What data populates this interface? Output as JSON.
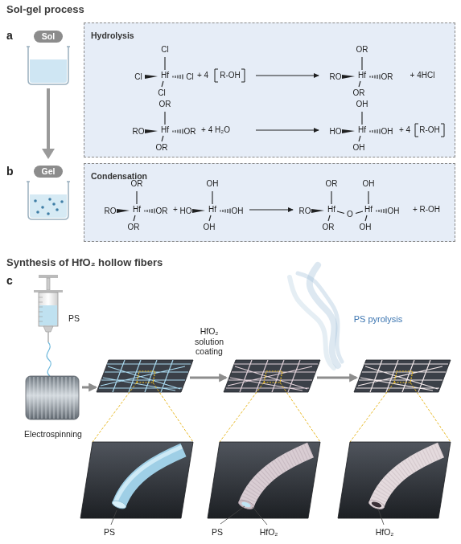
{
  "diagram": {
    "title": "Sol-gel process",
    "nodes": [
      {
        "text": [
          "Sol"
        ]
      },
      {
        "text": [
          "Hydrolysis"
        ]
      },
      {
        "text": [
          "Gel"
        ]
      },
      {
        "text": [
          "Condensation"
        ]
      }
    ],
    "labels": [
      "a",
      "Cl",
      "Cl",
      "Hf",
      "Cl",
      "Cl",
      "+ 4",
      "R-OH",
      "OR",
      "RO",
      "Hf",
      "OR",
      "OR",
      "+ 4HCl",
      "OR",
      "RO",
      "Hf",
      "OR",
      "OR",
      "+ 4 H₂O",
      "OH",
      "HO",
      "Hf",
      "OH",
      "OH",
      "+ 4",
      "R-OH",
      "b",
      "OR",
      "RO",
      "Hf",
      "OR",
      "OR",
      "+",
      "OH",
      "HO",
      "Hf",
      "OH",
      "OH",
      "OR",
      "RO",
      "Hf",
      "OR",
      "O",
      "Hf",
      "OH",
      "OH",
      "OH",
      "+ R-OH",
      "Synthesis of HfO₂ hollow fibers",
      "c",
      "PS",
      "Electrospinning",
      "HfO₂ solution coating",
      "PS pyrolysis",
      "PS",
      "PS",
      "HfO₂",
      "HfO₂"
    ]
  }
}
